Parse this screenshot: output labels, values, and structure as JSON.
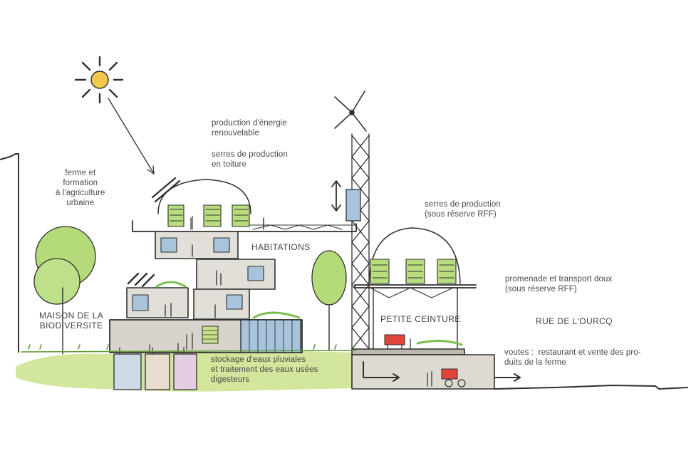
{
  "labels": {
    "energy": "production d'énergie\nrenouvelable",
    "roof_greenhouses": "serres de production\nen toiture",
    "farm_training": "ferme et\nformation\nà l'agriculture\nurbaine",
    "habitations": "HABITATIONS",
    "biodiversity": "MAISON DE LA\nBIODIVERSITE",
    "water": "stockage d'eaux pluviales\net traitement des eaux usées\ndigesteurs",
    "greenhouses_rff": "serres de production\n(sous réserve RFF)",
    "promenade": "promenade et transport doux\n(sous réserve RFF)",
    "petite_ceinture": "PETITE CEINTURE",
    "rue_ourcq": "RUE DE L'OURCQ",
    "voutes": "voutes :  restaurant et vente des pro-\nduits de la ferme"
  },
  "colors": {
    "ink": "#2f2f2f",
    "grass": "#c8e08c",
    "tree": "#a9d36a",
    "sun": "#f2c94c",
    "glass": "#a8c4dc",
    "concrete": "#d9d5cc",
    "tank_blue": "#cdd9e6",
    "tank_beige": "#e8dccf",
    "tank_pink": "#e3cde3",
    "accent_red": "#e0453a"
  }
}
